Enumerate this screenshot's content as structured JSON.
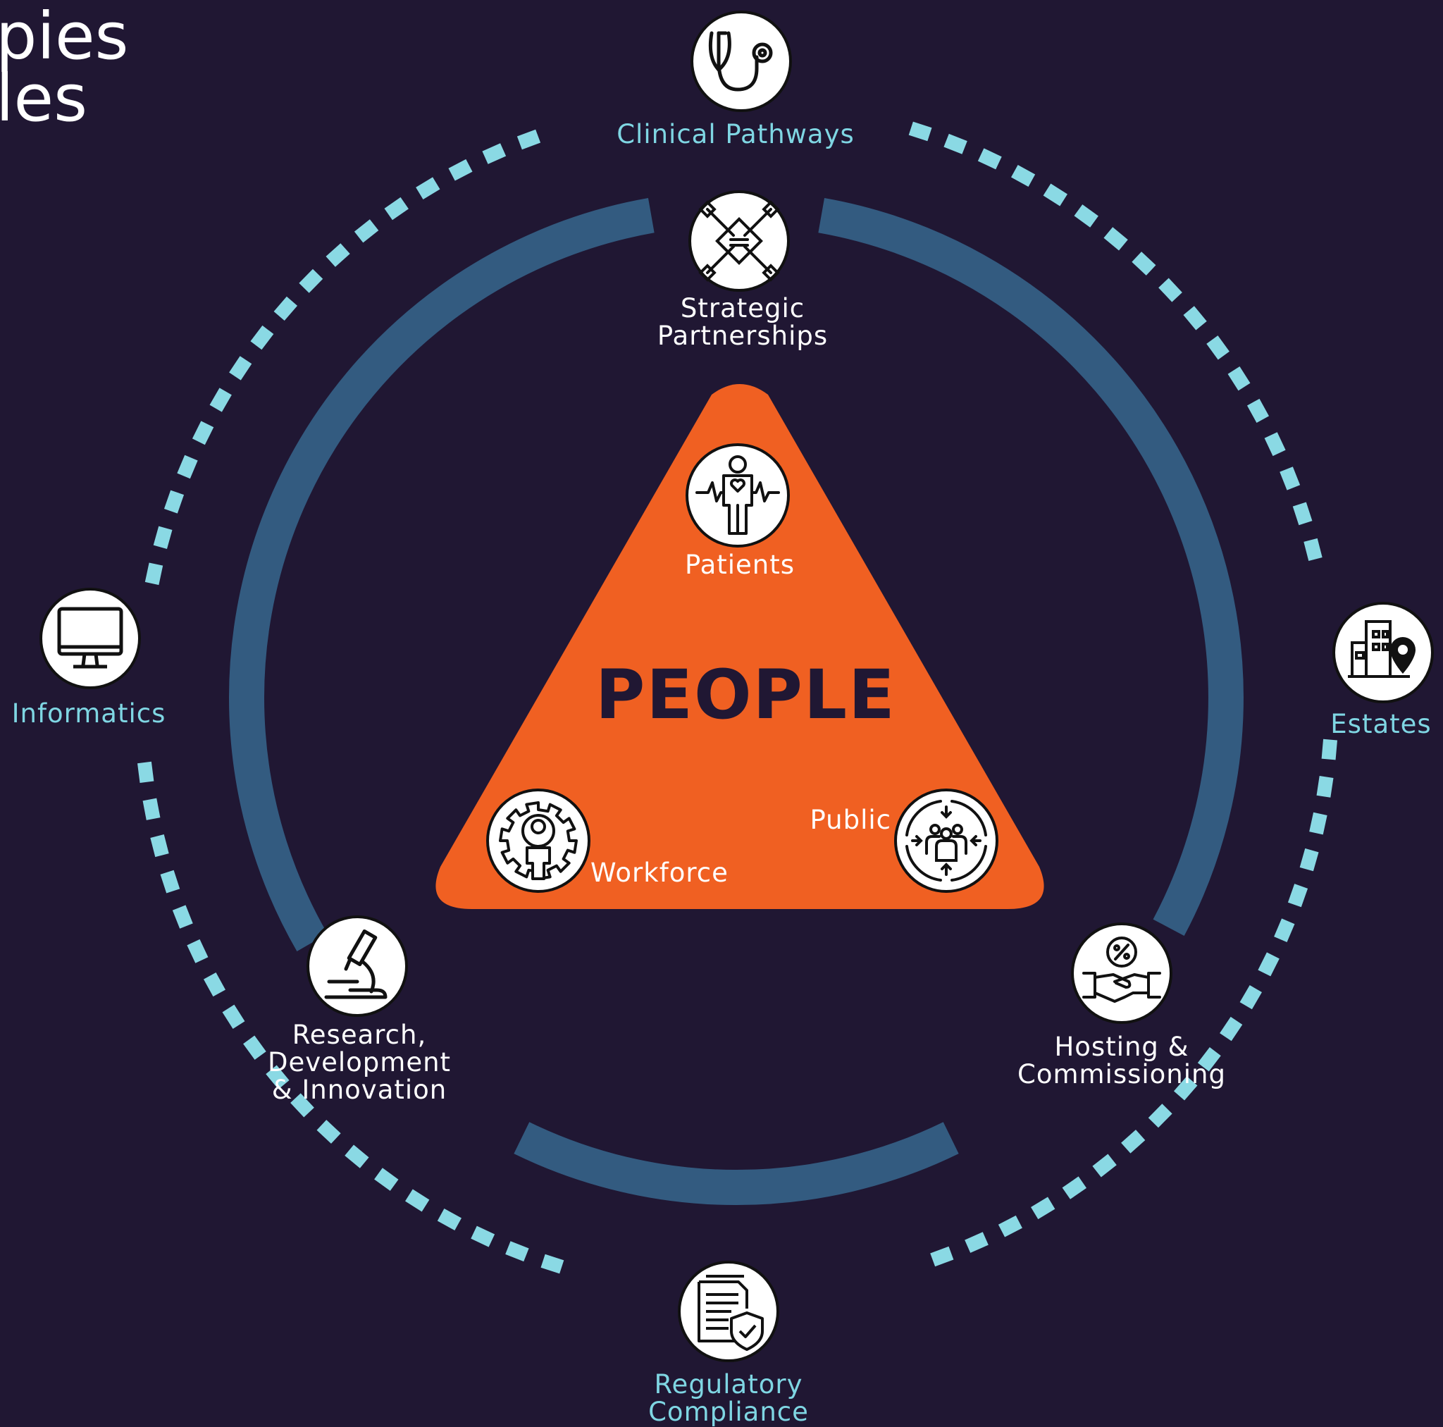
{
  "title_fragment": [
    "pies",
    "les"
  ],
  "center": {
    "label": "PEOPLE",
    "items": [
      {
        "id": "patients",
        "label": "Patients",
        "icon": "patient-heartbeat-icon"
      },
      {
        "id": "workforce",
        "label": "Workforce",
        "icon": "person-gear-icon"
      },
      {
        "id": "public",
        "label": "Public",
        "icon": "group-cycle-icon"
      }
    ]
  },
  "inner_ring": [
    {
      "id": "strategic-partnerships",
      "lines": [
        "Strategic",
        "Partnerships"
      ],
      "icon": "joined-hands-icon"
    },
    {
      "id": "research",
      "lines": [
        "Research,",
        "Development",
        "& Innovation"
      ],
      "icon": "microscope-icon"
    },
    {
      "id": "hosting",
      "lines": [
        "Hosting &",
        "Commissioning"
      ],
      "icon": "handshake-percent-icon"
    }
  ],
  "outer_ring": [
    {
      "id": "clinical-pathways",
      "lines": [
        "Clinical Pathways"
      ],
      "icon": "stethoscope-icon"
    },
    {
      "id": "informatics",
      "lines": [
        "Informatics"
      ],
      "icon": "monitor-icon"
    },
    {
      "id": "estates",
      "lines": [
        "Estates"
      ],
      "icon": "building-location-icon"
    },
    {
      "id": "regulatory-compliance",
      "lines": [
        "Regulatory",
        "Compliance"
      ],
      "icon": "document-shield-icon"
    }
  ],
  "colors": {
    "background": "#201733",
    "triangle": "#f06022",
    "inner_ring": "#335b80",
    "outer_dots": "#8ad9e4",
    "outer_label": "#7fd6e3",
    "icon_circle": "#ffffff",
    "icon_stroke": "#111111"
  }
}
